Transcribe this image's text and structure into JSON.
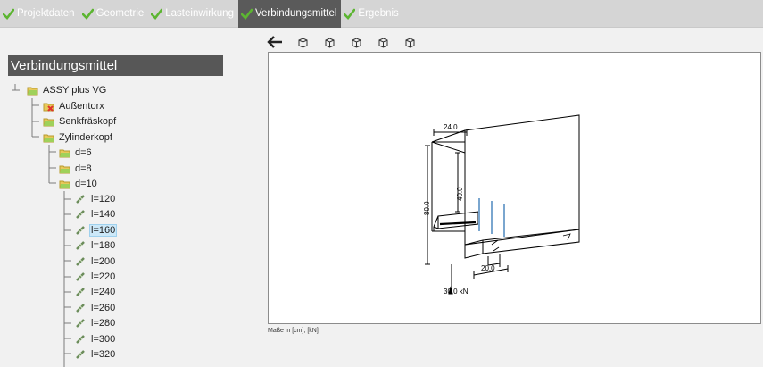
{
  "tabs": [
    {
      "label": "Projektdaten"
    },
    {
      "label": "Geometrie"
    },
    {
      "label": "Lasteinwirkung"
    },
    {
      "label": "Verbindungsmittel"
    },
    {
      "label": "Ergebnis"
    }
  ],
  "toolbar": {
    "back_icon": "back-arrow-icon",
    "view_icons": [
      "cube-view-icon",
      "cube-view-icon",
      "cube-view-icon",
      "cube-view-icon",
      "cube-view-icon"
    ]
  },
  "left_panel": {
    "title": "Verbindungsmittel",
    "tree": {
      "root": "ASSY plus VG",
      "heads": [
        "Außentorx",
        "Senkfräskopf",
        "Zylinderkopf"
      ],
      "diameters": [
        "d=6",
        "d=8",
        "d=10"
      ],
      "lengths": [
        "l=120",
        "l=140",
        "l=160",
        "l=180",
        "l=200",
        "l=220",
        "l=240",
        "l=260",
        "l=280",
        "l=300",
        "l=320"
      ],
      "selected": "l=160"
    }
  },
  "drawing": {
    "dims": {
      "top_width": "24.0",
      "height_total": "80.0",
      "height_inner": "40.0",
      "bottom_width": "20.0",
      "load": "30.0 kN"
    },
    "colors": {
      "screw": "#7aa6cf",
      "line": "#000000"
    }
  },
  "units_label": "Maße in [cm], [kN]",
  "colors": {
    "accent_green": "#5cb531",
    "tab_active": "#5a5a5a",
    "selection": "#cce8f8"
  }
}
